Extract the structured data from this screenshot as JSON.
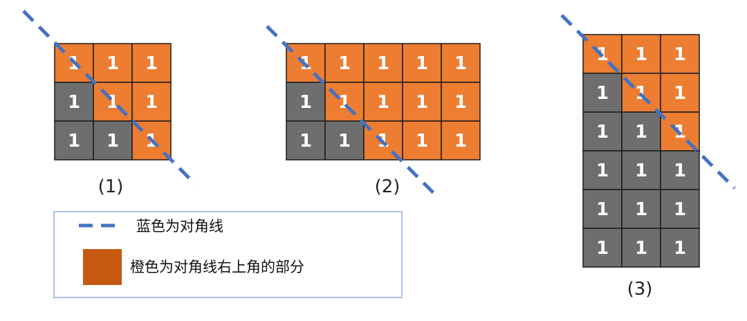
{
  "colors": {
    "upper": "#ed7d31",
    "lower": "#6e6e6e",
    "grid": "#1a1a1a",
    "diagonal": "#4472c4",
    "legend_border": "#8faadc",
    "legend_swatch": "#c65911"
  },
  "matrices": [
    {
      "caption": "(1)",
      "cells": [
        [
          "upper",
          "upper",
          "upper"
        ],
        [
          "lower",
          "upper",
          "upper"
        ],
        [
          "lower",
          "lower",
          "upper"
        ]
      ],
      "values": [
        [
          "1",
          "1",
          "1"
        ],
        [
          "1",
          "1",
          "1"
        ],
        [
          "1",
          "1",
          "1"
        ]
      ]
    },
    {
      "caption": "(2)",
      "cells": [
        [
          "upper",
          "upper",
          "upper",
          "upper",
          "upper"
        ],
        [
          "lower",
          "upper",
          "upper",
          "upper",
          "upper"
        ],
        [
          "lower",
          "lower",
          "upper",
          "upper",
          "upper"
        ]
      ],
      "values": [
        [
          "1",
          "1",
          "1",
          "1",
          "1"
        ],
        [
          "1",
          "1",
          "1",
          "1",
          "1"
        ],
        [
          "1",
          "1",
          "1",
          "1",
          "1"
        ]
      ]
    },
    {
      "caption": "(3)",
      "cells": [
        [
          "upper",
          "upper",
          "upper"
        ],
        [
          "lower",
          "upper",
          "upper"
        ],
        [
          "lower",
          "lower",
          "upper"
        ],
        [
          "lower",
          "lower",
          "lower"
        ],
        [
          "lower",
          "lower",
          "lower"
        ],
        [
          "lower",
          "lower",
          "lower"
        ]
      ],
      "values": [
        [
          "1",
          "1",
          "1"
        ],
        [
          "1",
          "1",
          "1"
        ],
        [
          "1",
          "1",
          "1"
        ],
        [
          "1",
          "1",
          "1"
        ],
        [
          "1",
          "1",
          "1"
        ],
        [
          "1",
          "1",
          "1"
        ]
      ]
    }
  ],
  "legend": {
    "diagonal_label": "蓝色为对角线",
    "upper_label": "橙色为对角线右上角的部分"
  }
}
